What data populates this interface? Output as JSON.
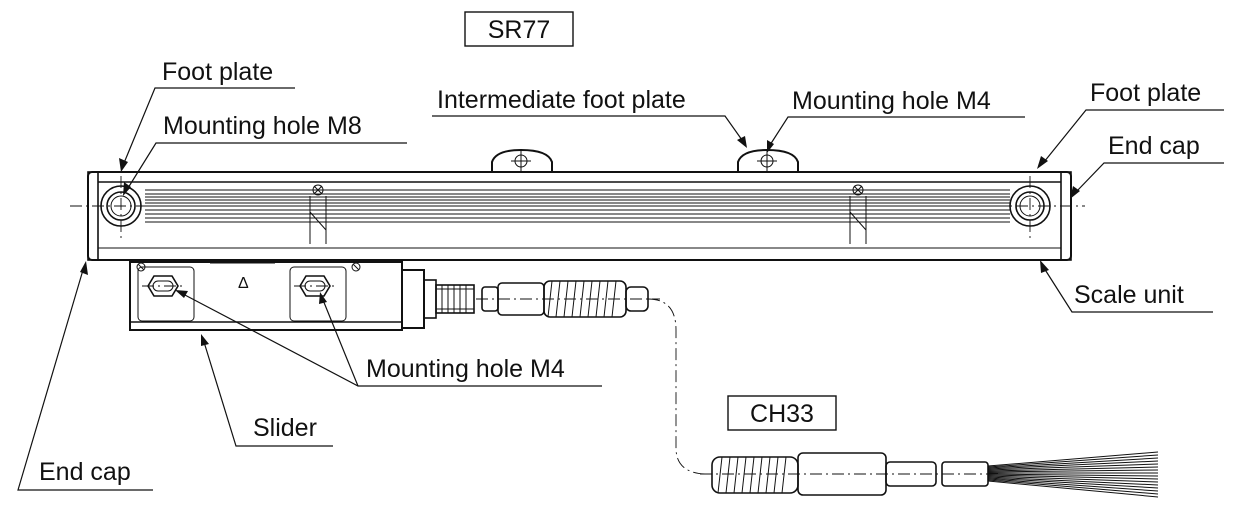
{
  "labels": {
    "sr77": "SR77",
    "ch33": "CH33",
    "foot_plate_left": "Foot plate",
    "mounting_hole_m8": "Mounting hole M8",
    "intermediate_foot_plate": "Intermediate foot plate",
    "mounting_hole_m4_top": "Mounting hole M4",
    "foot_plate_right": "Foot plate",
    "end_cap_right": "End cap",
    "scale_unit": "Scale unit",
    "mounting_hole_m4_bottom": "Mounting hole M4",
    "slider": "Slider",
    "end_cap_left": "End cap",
    "slider_mark": "Δ"
  }
}
